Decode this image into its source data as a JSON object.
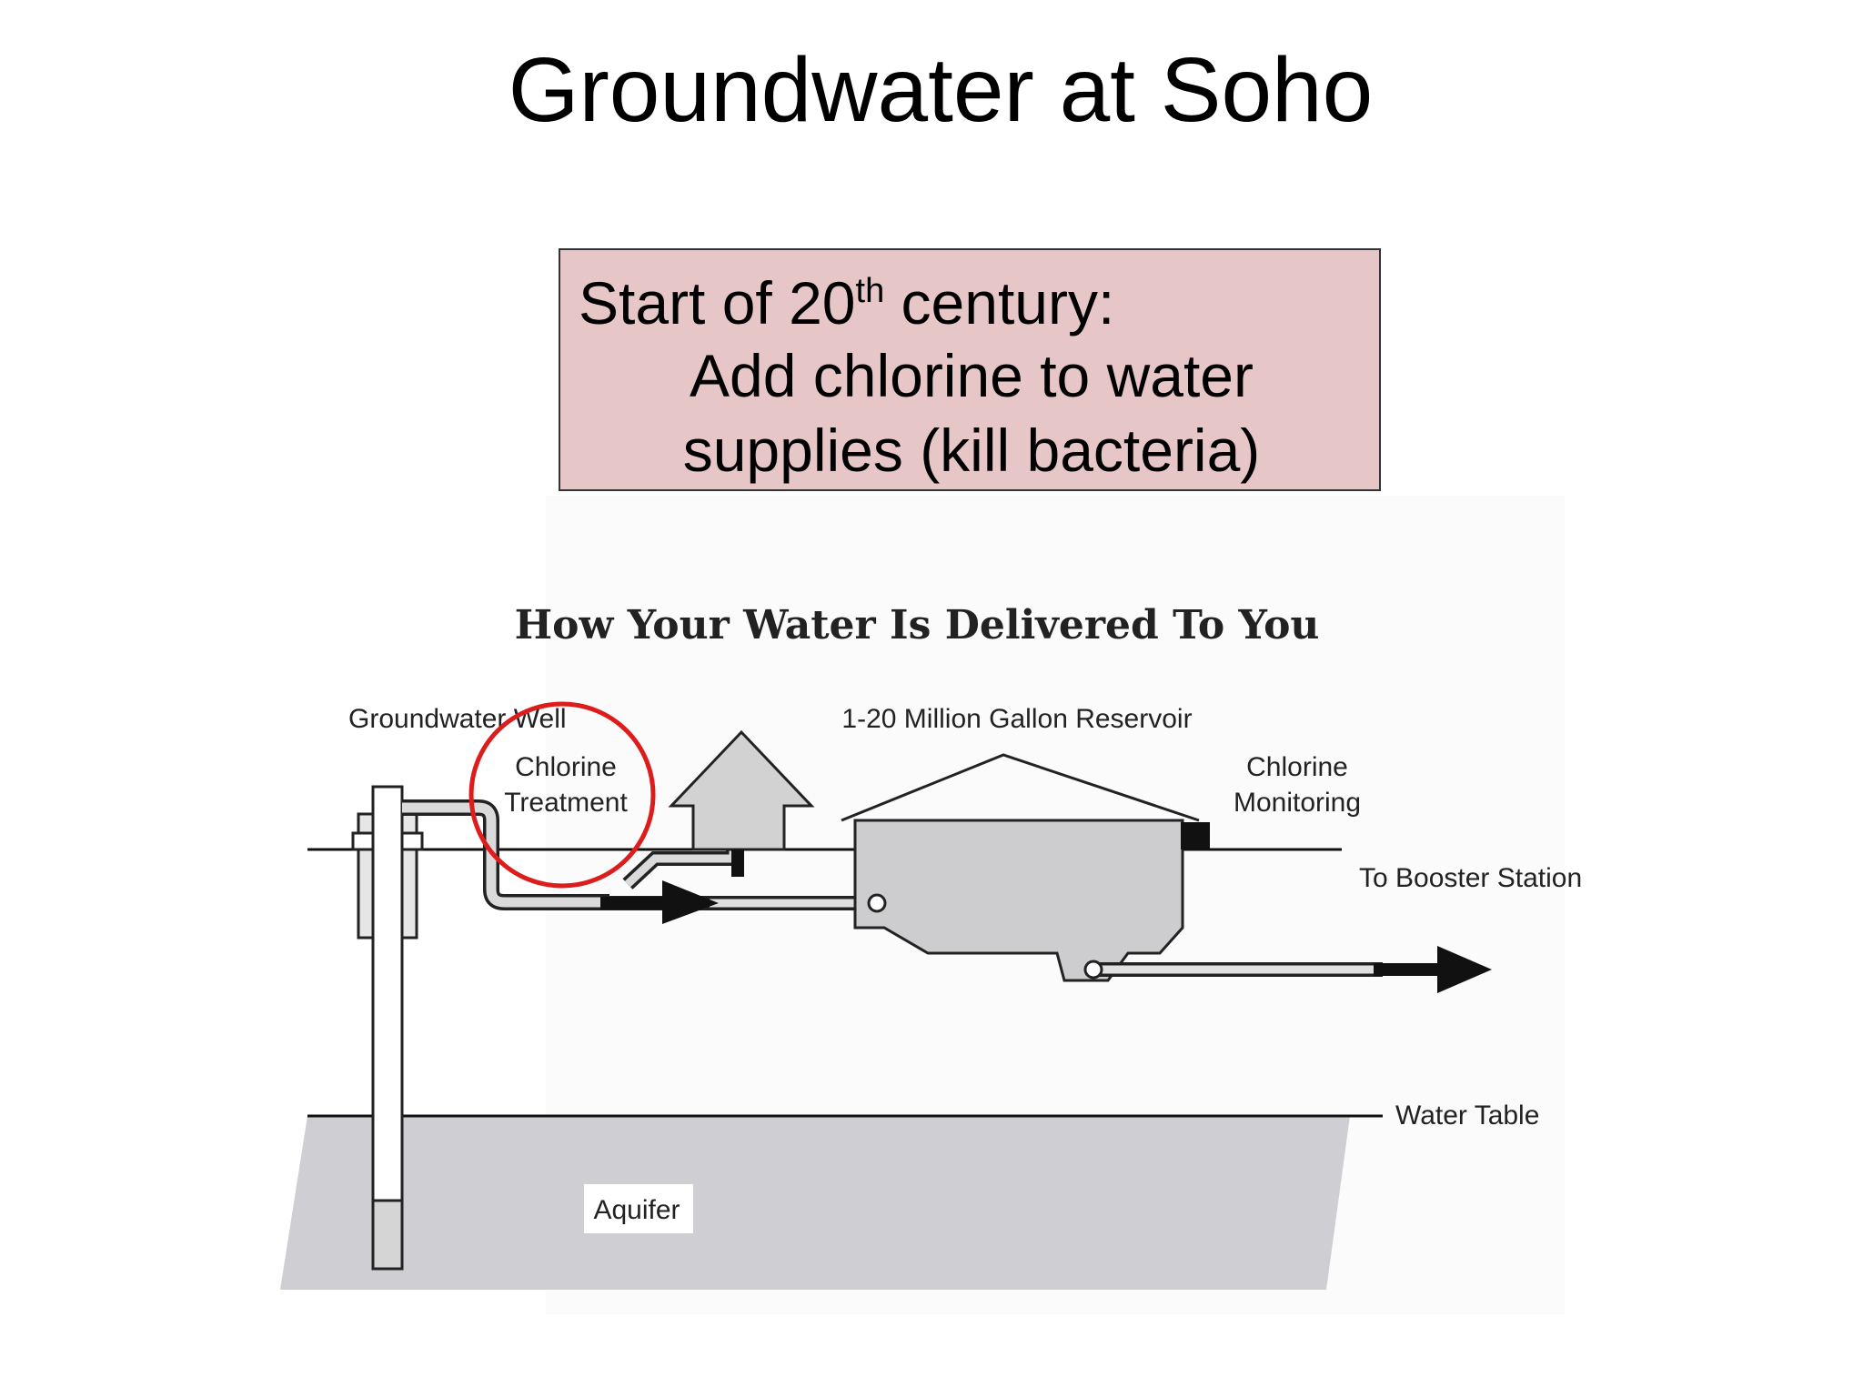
{
  "slide": {
    "title": "Groundwater at Soho"
  },
  "callout": {
    "line1_prefix": "Start of 20",
    "line1_sup": "th",
    "line1_suffix": " century:",
    "line2": "Add chlorine to water",
    "line3": "supplies (kill bacteria)"
  },
  "diagram": {
    "title": "How Your Water Is Delivered To You",
    "labels": {
      "groundwater_well": "Groundwater Well",
      "chlorine_treatment_1": "Chlorine",
      "chlorine_treatment_2": "Treatment",
      "reservoir": "1-20 Million Gallon Reservoir",
      "chlorine_monitoring_1": "Chlorine",
      "chlorine_monitoring_2": "Monitoring",
      "booster_station": "To Booster Station",
      "water_table": "Water Table",
      "aquifer": "Aquifer"
    },
    "colors": {
      "highlight_circle": "#dd1c1c",
      "ground_fill": "#cfced2",
      "structure_fill": "#cfcfcf"
    }
  }
}
